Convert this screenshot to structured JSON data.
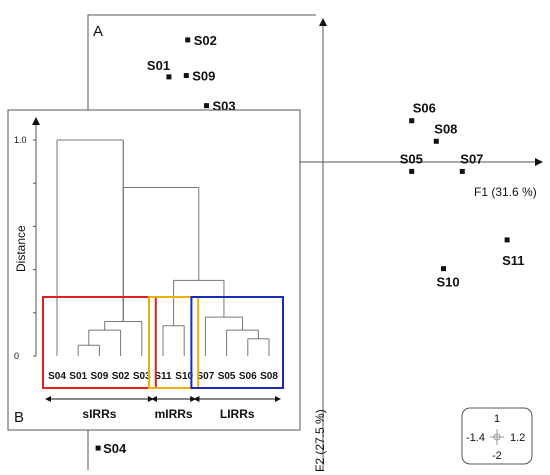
{
  "chart_data": [
    {
      "type": "scatter",
      "panel": "A",
      "xlabel": "F1 (31.6 %)",
      "ylabel": "F2 (27.5 %)",
      "xlim": [
        -1.75,
        1.35
      ],
      "ylim": [
        -2.2,
        1.1
      ],
      "points": [
        {
          "label": "S02",
          "x": -1.06,
          "y": 0.94
        },
        {
          "label": "S01",
          "x": -1.19,
          "y": 0.67
        },
        {
          "label": "S09",
          "x": -1.07,
          "y": 0.68
        },
        {
          "label": "S03",
          "x": -0.93,
          "y": 0.46
        },
        {
          "label": "S06",
          "x": 0.49,
          "y": 0.35
        },
        {
          "label": "S08",
          "x": 0.66,
          "y": 0.2
        },
        {
          "label": "S05",
          "x": 0.49,
          "y": -0.02
        },
        {
          "label": "S07",
          "x": 0.84,
          "y": -0.02
        },
        {
          "label": "S11",
          "x": 1.15,
          "y": -0.52
        },
        {
          "label": "S10",
          "x": 0.71,
          "y": -0.73
        },
        {
          "label": "S04",
          "x": -1.68,
          "y": -2.04
        }
      ],
      "scale_box": {
        "top": "1",
        "bottom": "-2",
        "left": "-1.4",
        "right": "1.2"
      }
    },
    {
      "type": "dendrogram",
      "panel": "B",
      "ylabel": "Distance",
      "yticks": [
        "1.0",
        "0"
      ],
      "ylim": [
        -0.02,
        1.1
      ],
      "leaves": [
        "S04",
        "S01",
        "S09",
        "S02",
        "S03",
        "S11",
        "S10",
        "S07",
        "S05",
        "S06",
        "S08"
      ],
      "merges": [
        {
          "a": "S01",
          "b": "S09",
          "height": 0.05
        },
        {
          "a": "S06",
          "b": "S08",
          "height": 0.08
        },
        {
          "a": "S01+S09",
          "b": "S02",
          "height": 0.12
        },
        {
          "a": "S05",
          "b": "S06+S08",
          "height": 0.12
        },
        {
          "a": "S01+S09+S02",
          "b": "S03",
          "height": 0.16
        },
        {
          "a": "S11",
          "b": "S10",
          "height": 0.14
        },
        {
          "a": "S07",
          "b": "S05+S06+S08",
          "height": 0.18
        },
        {
          "a": "mIRRs",
          "b": "LIRRs",
          "height": 0.35
        },
        {
          "a": "S04",
          "b": "sIRRs-inner",
          "height": 1.0
        },
        {
          "a": "mIRRs+LIRRs",
          "b": "",
          "height": 0.78
        }
      ],
      "groups": [
        {
          "name": "sIRRs",
          "leaves": [
            "S04",
            "S01",
            "S09",
            "S02",
            "S03"
          ],
          "color": "#e02020"
        },
        {
          "name": "mIRRs",
          "leaves": [
            "S11",
            "S10"
          ],
          "color": "#f0b000"
        },
        {
          "name": "LIRRs",
          "leaves": [
            "S07",
            "S05",
            "S06",
            "S08"
          ],
          "color": "#1a2db8"
        }
      ]
    }
  ]
}
